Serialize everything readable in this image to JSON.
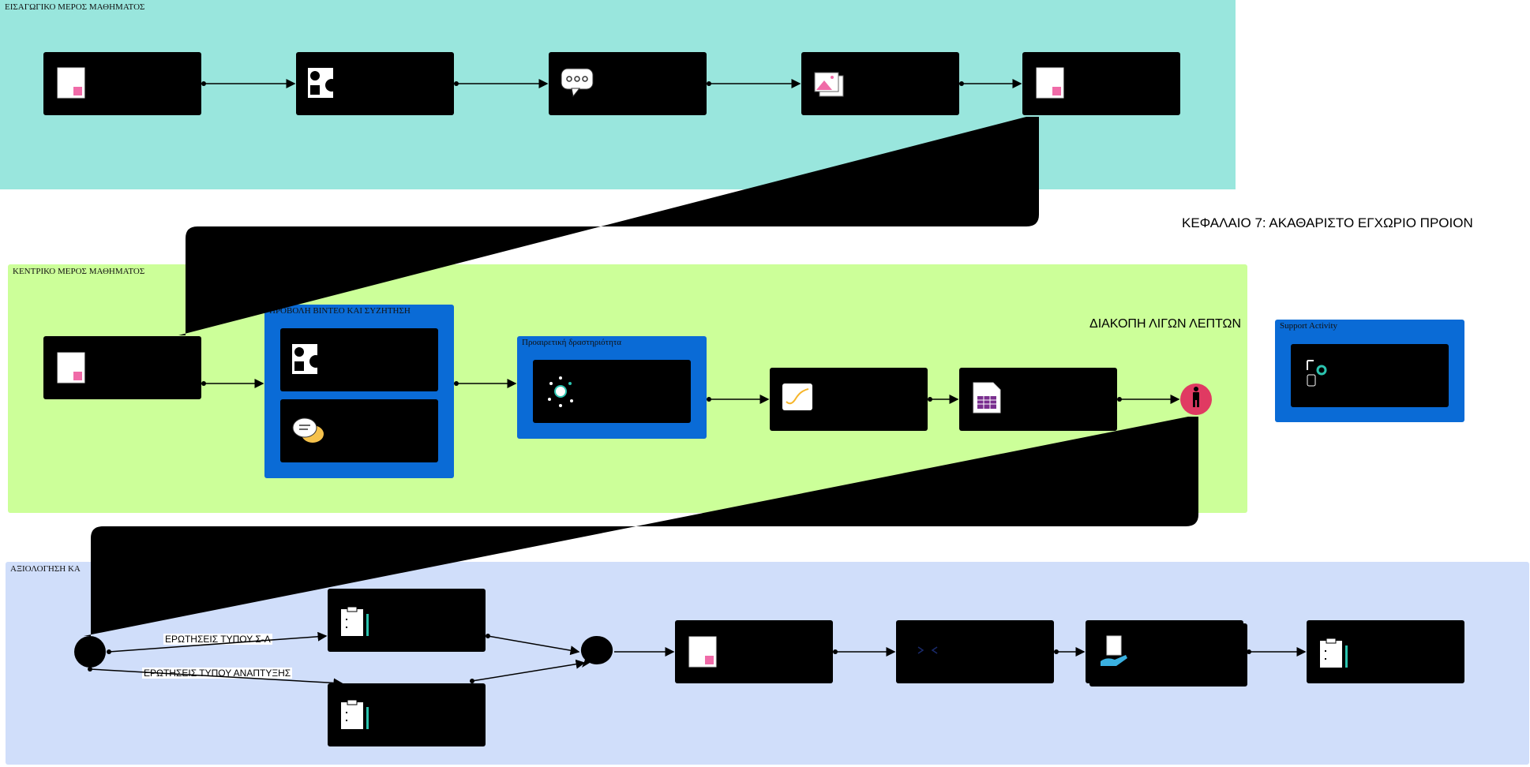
{
  "title": "ΚΕΦΑΛΑΙΟ 7: ΑΚΑΘΑΡΙΣΤΟ ΕΓΧΩΡΙΟ ΠΡΟΙΟΝ",
  "break_note": "ΔΙΑΚΟΠΗ ΛΙΓΩΝ ΛΕΠΤΩΝ",
  "lanes": {
    "intro": {
      "label": "ΕΙΣΑΓΩΓΙΚΟ ΜΕΡΟΣ ΜΑΘΗΜΑΤΟΣ",
      "color": "#99e6dd"
    },
    "main": {
      "label": "ΚΕΝΤΡΙΚΟ ΜΕΡΟΣ ΜΑΘΗΜΑΤΟΣ",
      "color": "#ccff99"
    },
    "assessment": {
      "label": "ΑΞΙΟΛΟΓΗΣΗ ΚΑ",
      "color": "#d0defa"
    }
  },
  "groups": {
    "video": {
      "label": "ΠΡΟΒΟΛΗ ΒΙΝΤΕΟ ΚΑΙ ΣΥΖΗΤΗΣΗ"
    },
    "optional": {
      "label": "Προαιρετική δραστηριότητα"
    },
    "support": {
      "label": "Support Activity"
    }
  },
  "edge_labels": {
    "tf": "ΕΡΩΤΗΣΕΙΣ ΤΥΠΟΥ Σ-Λ",
    "dev": "ΕΡΩΤΗΣΕΙΣ ΤΥΠΟΥ ΑΝΑΠΤΥΞΗΣ"
  },
  "colors": {
    "node": "#000000",
    "group": "#0a6bd6",
    "pink": "#f06ba8",
    "break_stop": "#e03a62",
    "teal": "#2bc4b0"
  },
  "icons": {
    "intro1": "document-icon",
    "intro2": "shapes-icon",
    "intro3": "speech-bubble-icon",
    "intro4": "images-icon",
    "intro5": "document-icon",
    "main1": "document-icon",
    "video1": "shapes-icon",
    "video2": "chat-bubbles-icon",
    "optional1": "lightbulb-icon",
    "main4": "chart-icon",
    "main5": "spreadsheet-icon",
    "break": "person-icon",
    "support1": "tools-icon",
    "assess_tf": "clipboard-icon",
    "assess_dev": "clipboard-icon",
    "assess_doc": "document-icon",
    "assess_code": "code-icon",
    "assess_hand": "hand-document-icon",
    "assess_final": "clipboard-icon"
  }
}
